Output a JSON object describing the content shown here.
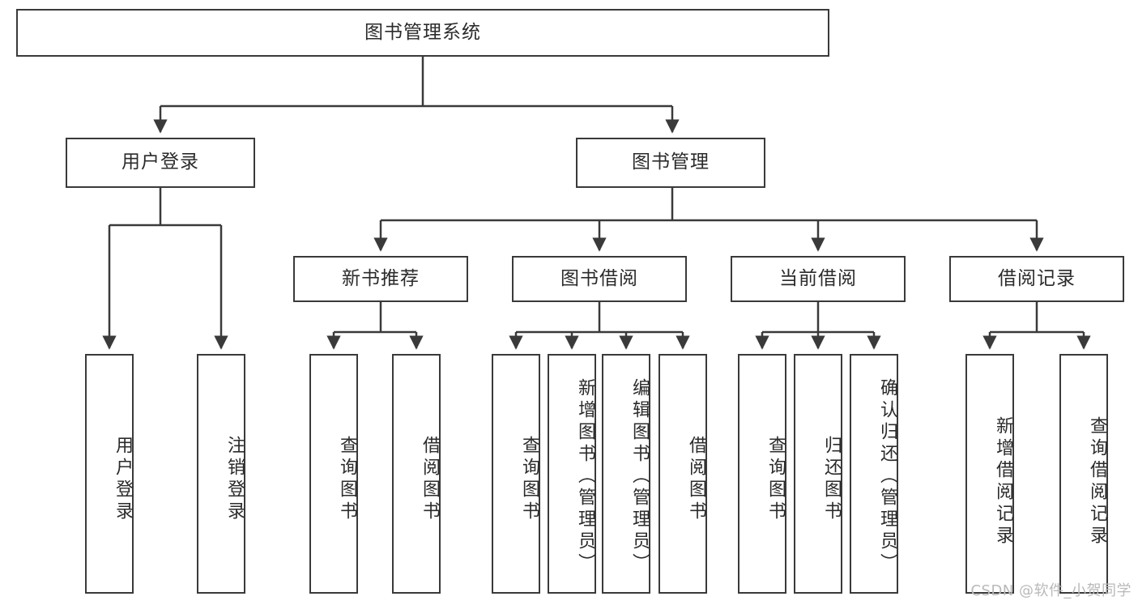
{
  "diagram": {
    "type": "tree",
    "title": "图书管理系统",
    "stroke_color": "#3a3a3a",
    "text_color": "#2b2b2b",
    "background": "#ffffff",
    "root": {
      "id": "root",
      "label": "图书管理系统"
    },
    "level2": [
      {
        "id": "user-login",
        "label": "用户登录"
      },
      {
        "id": "book-manage",
        "label": "图书管理"
      }
    ],
    "level3": [
      {
        "id": "new-book-recommend",
        "label": "新书推荐"
      },
      {
        "id": "book-borrow",
        "label": "图书借阅"
      },
      {
        "id": "current-borrow",
        "label": "当前借阅"
      },
      {
        "id": "borrow-record",
        "label": "借阅记录"
      }
    ],
    "leaves": [
      {
        "id": "leaf-user-login",
        "label": "用户登录",
        "parent": "user-login"
      },
      {
        "id": "leaf-logout",
        "label": "注销登录",
        "parent": "user-login"
      },
      {
        "id": "leaf-query-book-1",
        "label": "查询图书",
        "parent": "new-book-recommend"
      },
      {
        "id": "leaf-borrow-book-1",
        "label": "借阅图书",
        "parent": "new-book-recommend"
      },
      {
        "id": "leaf-query-book-2",
        "label": "查询图书",
        "parent": "book-borrow"
      },
      {
        "id": "leaf-add-book",
        "label": "新增图书（管理员）",
        "parent": "book-borrow"
      },
      {
        "id": "leaf-edit-book",
        "label": "编辑图书（管理员）",
        "parent": "book-borrow"
      },
      {
        "id": "leaf-borrow-book-2",
        "label": "借阅图书",
        "parent": "book-borrow"
      },
      {
        "id": "leaf-query-book-3",
        "label": "查询图书",
        "parent": "current-borrow"
      },
      {
        "id": "leaf-return-book",
        "label": "归还图书",
        "parent": "current-borrow"
      },
      {
        "id": "leaf-confirm-return",
        "label": "确认归还（管理员）",
        "parent": "current-borrow"
      },
      {
        "id": "leaf-add-record",
        "label": "新增借阅记录",
        "parent": "borrow-record"
      },
      {
        "id": "leaf-query-record",
        "label": "查询借阅记录",
        "parent": "borrow-record"
      }
    ]
  },
  "watermark": {
    "text": "CSDN @软件_小贺同学"
  }
}
